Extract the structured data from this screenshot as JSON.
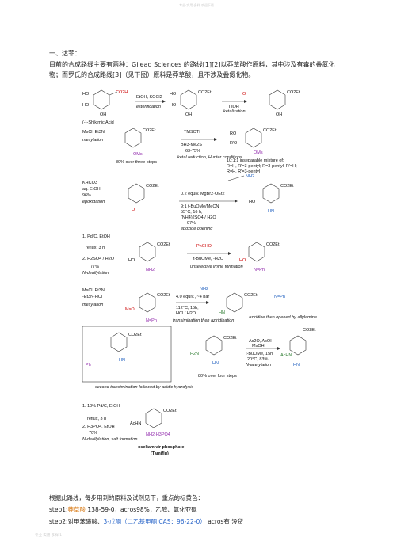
{
  "header_text": "专业·实用·多样 欢迎下载",
  "section_heading": "一、达菲：",
  "intro_paragraph": "目前的合成路线主要有两种：Gilead Sciences 的路线[1][2]以莽草酸作原料，其中涉及有毒的叠氮化物；而罗氏的合成路线[3]（见下图）原料是莽草酸，且不涉及叠氮化物。",
  "scheme": {
    "r1": {
      "start_label": "(-)-Shikimic Acid",
      "reagent1": "EtOH, SOCl2",
      "cond1": "esterification",
      "reagent2": "TsOH",
      "cond2": "ketalization"
    },
    "r2": {
      "reagent1": "MsCl, Et3N",
      "cond1": "mesylation",
      "yield1": "80% over three steps",
      "reagent2a": "TMSOTf",
      "reagent2b": "BH3-Me2S",
      "reagent2c": "63-75%",
      "cond2": "ketal reduction, Hunter conditions",
      "mix1": "10:1:1 inseparable mixture of:",
      "mix2": "R=H, R'=3-pentyl; R=3-pentyl, R'=H;",
      "mix3": "R=H, R'=3-pentyl"
    },
    "r3": {
      "reagent1": "KHCO3",
      "reagent1b": "aq. EtOH",
      "yield1": "96%",
      "cond1": "epoxidation",
      "reagent2a": "0.2 equiv. MgBr2·OEt2",
      "reagent2b": "9:1 t-BuOMe/MeCN",
      "reagent2c": "55°C, 16 h;",
      "reagent2d": "(NH4)2SO4 / H2O",
      "yield2": "97%",
      "cond2": "epoxide opening"
    },
    "r4": {
      "reagent1a": "1. Pd/C, EtOH",
      "reagent1b": "reflux, 3 h",
      "reagent1c": "2. H2SO4 / H2O",
      "yield1": "77%",
      "cond1": "N-deallylation",
      "reagent2a": "PhCHO",
      "reagent2b": "t-BuOMe, -H2O",
      "cond2": "unselective imine formation"
    },
    "r5": {
      "reagent1a": "MsCl, Et3N",
      "reagent1b": "-Et3N·HCl",
      "cond1": "mesylation",
      "reagent2a": "4.0 equiv., ~4 bar",
      "reagent2b": "112°C, 15h;",
      "reagent2c": "HCl / H2O",
      "cond2": "transimination then aziridination",
      "cond3": "aziridine then opened by allylamine"
    },
    "r6": {
      "cond1": "second transimination followed by acidic hydrolysis",
      "yield1": "80% over four steps",
      "reagent2a": "Ac2O, AcOH",
      "reagent2b": "MsOH",
      "reagent2c": "t-BuOMe, 15h",
      "reagent2d": "20°C, 83%",
      "cond2": "N-acetylation"
    },
    "r7": {
      "reagent1a": "1. 10% Pd/C, EtOH",
      "reagent1b": "reflux, 3 h",
      "reagent1c": "2. H3PO4, EtOH",
      "yield1": "70%",
      "cond1": "N-deallylation, salt formation",
      "product1": "oseltamivir phosphate",
      "product2": "(Tamiflu)"
    }
  },
  "steps_intro": "根据此路线，每步用到的原料及试剂见下，重点的标黄色：",
  "step1": {
    "prefix": "step1:",
    "highlight": "莽草酸",
    "rest": "138-59-0，acros98%，乙醇、氯化亚砜"
  },
  "step2": {
    "prefix": "step2:对甲苯磺酸、",
    "highlight": "3-戊酮（二乙基甲酮 CAS：96-22-0）",
    "rest": "acros有  没货"
  },
  "footer_text": "专业·实用·多样 1"
}
